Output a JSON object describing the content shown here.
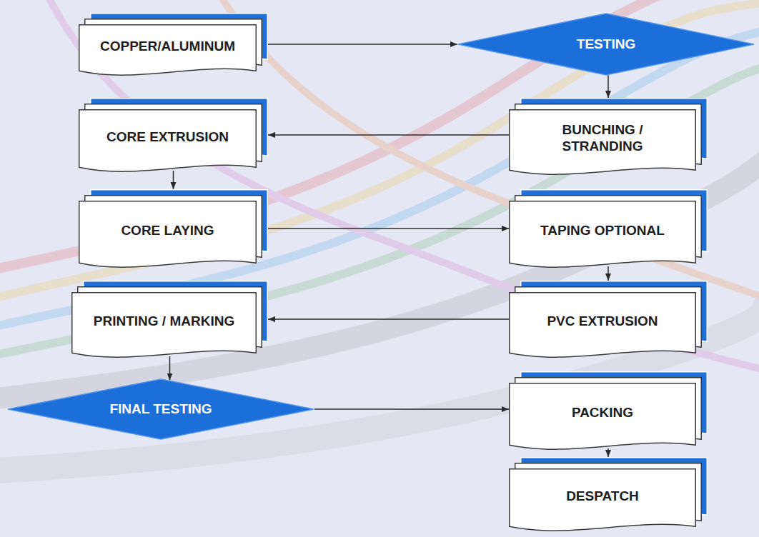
{
  "diagram": {
    "nodes": [
      {
        "text": [
          "COPPER/ALUMINUM"
        ]
      },
      {
        "text": [
          "TESTING"
        ]
      },
      {
        "text": [
          "BUNCHING / STRANDING"
        ]
      },
      {
        "text": [
          "CORE EXTRUSION"
        ]
      },
      {
        "text": [
          "CORE LAYING"
        ]
      },
      {
        "text": [
          "TAPING OPTIONAL"
        ]
      },
      {
        "text": [
          "PRINTING / MARKING"
        ]
      },
      {
        "text": [
          "PVC EXTRUSION"
        ]
      },
      {
        "text": [
          "FINAL TESTING"
        ]
      },
      {
        "text": [
          "PACKING"
        ]
      },
      {
        "text": [
          "DESPATCH"
        ]
      }
    ],
    "edges": [
      {
        "from": 0,
        "to": 1,
        "arrow": "to"
      },
      {
        "from": 1,
        "to": 2,
        "arrow": "to"
      },
      {
        "from": 2,
        "to": 3,
        "arrow": "to"
      },
      {
        "from": 3,
        "to": 4,
        "arrow": "to"
      },
      {
        "from": 4,
        "to": 5,
        "arrow": "to"
      },
      {
        "from": 5,
        "to": 7,
        "arrow": "to"
      },
      {
        "from": 7,
        "to": 6,
        "arrow": "to"
      },
      {
        "from": 6,
        "to": 8,
        "arrow": "to"
      },
      {
        "from": 8,
        "to": 9,
        "arrow": "to"
      },
      {
        "from": 9,
        "to": 10,
        "arrow": "to"
      }
    ]
  }
}
